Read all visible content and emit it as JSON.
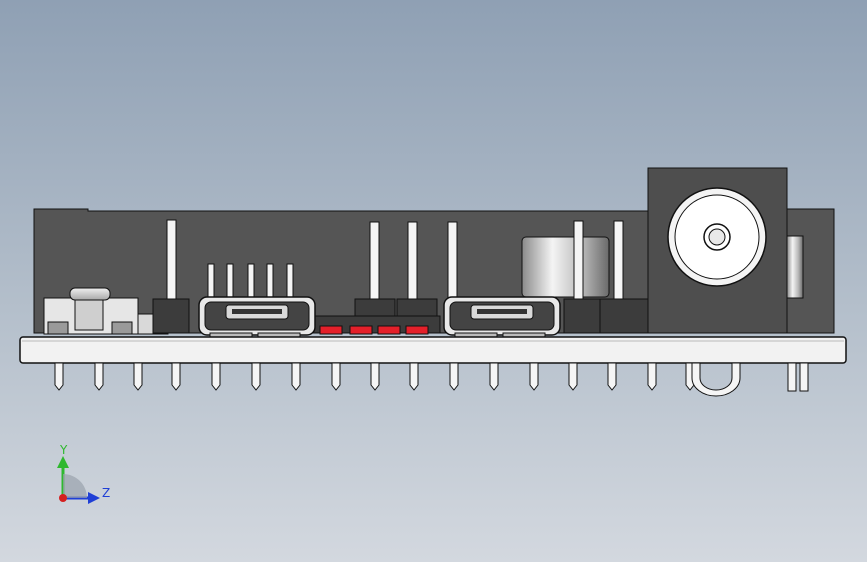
{
  "viewport": {
    "model_view": "pcb-board-side-view",
    "background_top": "#8fa0b4",
    "background_bottom": "#d3d8df"
  },
  "triad": {
    "y_label": "Y",
    "z_label": "Z",
    "y_color": "#2fb82f",
    "z_color": "#1f3fd6",
    "x_color": "#d41f1f"
  },
  "colors": {
    "board_body": "#555555",
    "board_edge": "#f2f2f2",
    "led_red": "#e4202a",
    "pin_fill": "#f5f5f5",
    "outline": "#111111"
  }
}
